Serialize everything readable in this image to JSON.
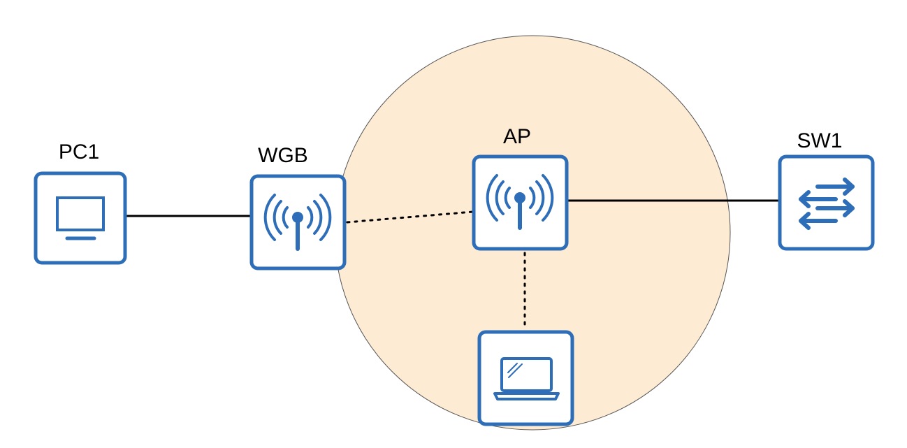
{
  "colors": {
    "device_blue": "#2e6db7",
    "coverage_fill": "#fdebd3",
    "coverage_stroke": "#555555",
    "link": "#000000",
    "background": "#ffffff"
  },
  "nodes": {
    "pc1": {
      "label": "PC1",
      "icon": "desktop-monitor-icon"
    },
    "wgb": {
      "label": "WGB",
      "icon": "wireless-antenna-icon"
    },
    "ap": {
      "label": "AP",
      "icon": "wireless-antenna-icon"
    },
    "sw1": {
      "label": "SW1",
      "icon": "switch-arrows-icon"
    },
    "laptop": {
      "label": "",
      "icon": "laptop-icon"
    }
  },
  "links": [
    {
      "from": "pc1",
      "to": "wgb",
      "style": "solid"
    },
    {
      "from": "wgb",
      "to": "ap",
      "style": "dotted"
    },
    {
      "from": "ap",
      "to": "sw1",
      "style": "solid"
    },
    {
      "from": "ap",
      "to": "laptop",
      "style": "dotted"
    }
  ],
  "coverage_area": {
    "around": "ap"
  }
}
